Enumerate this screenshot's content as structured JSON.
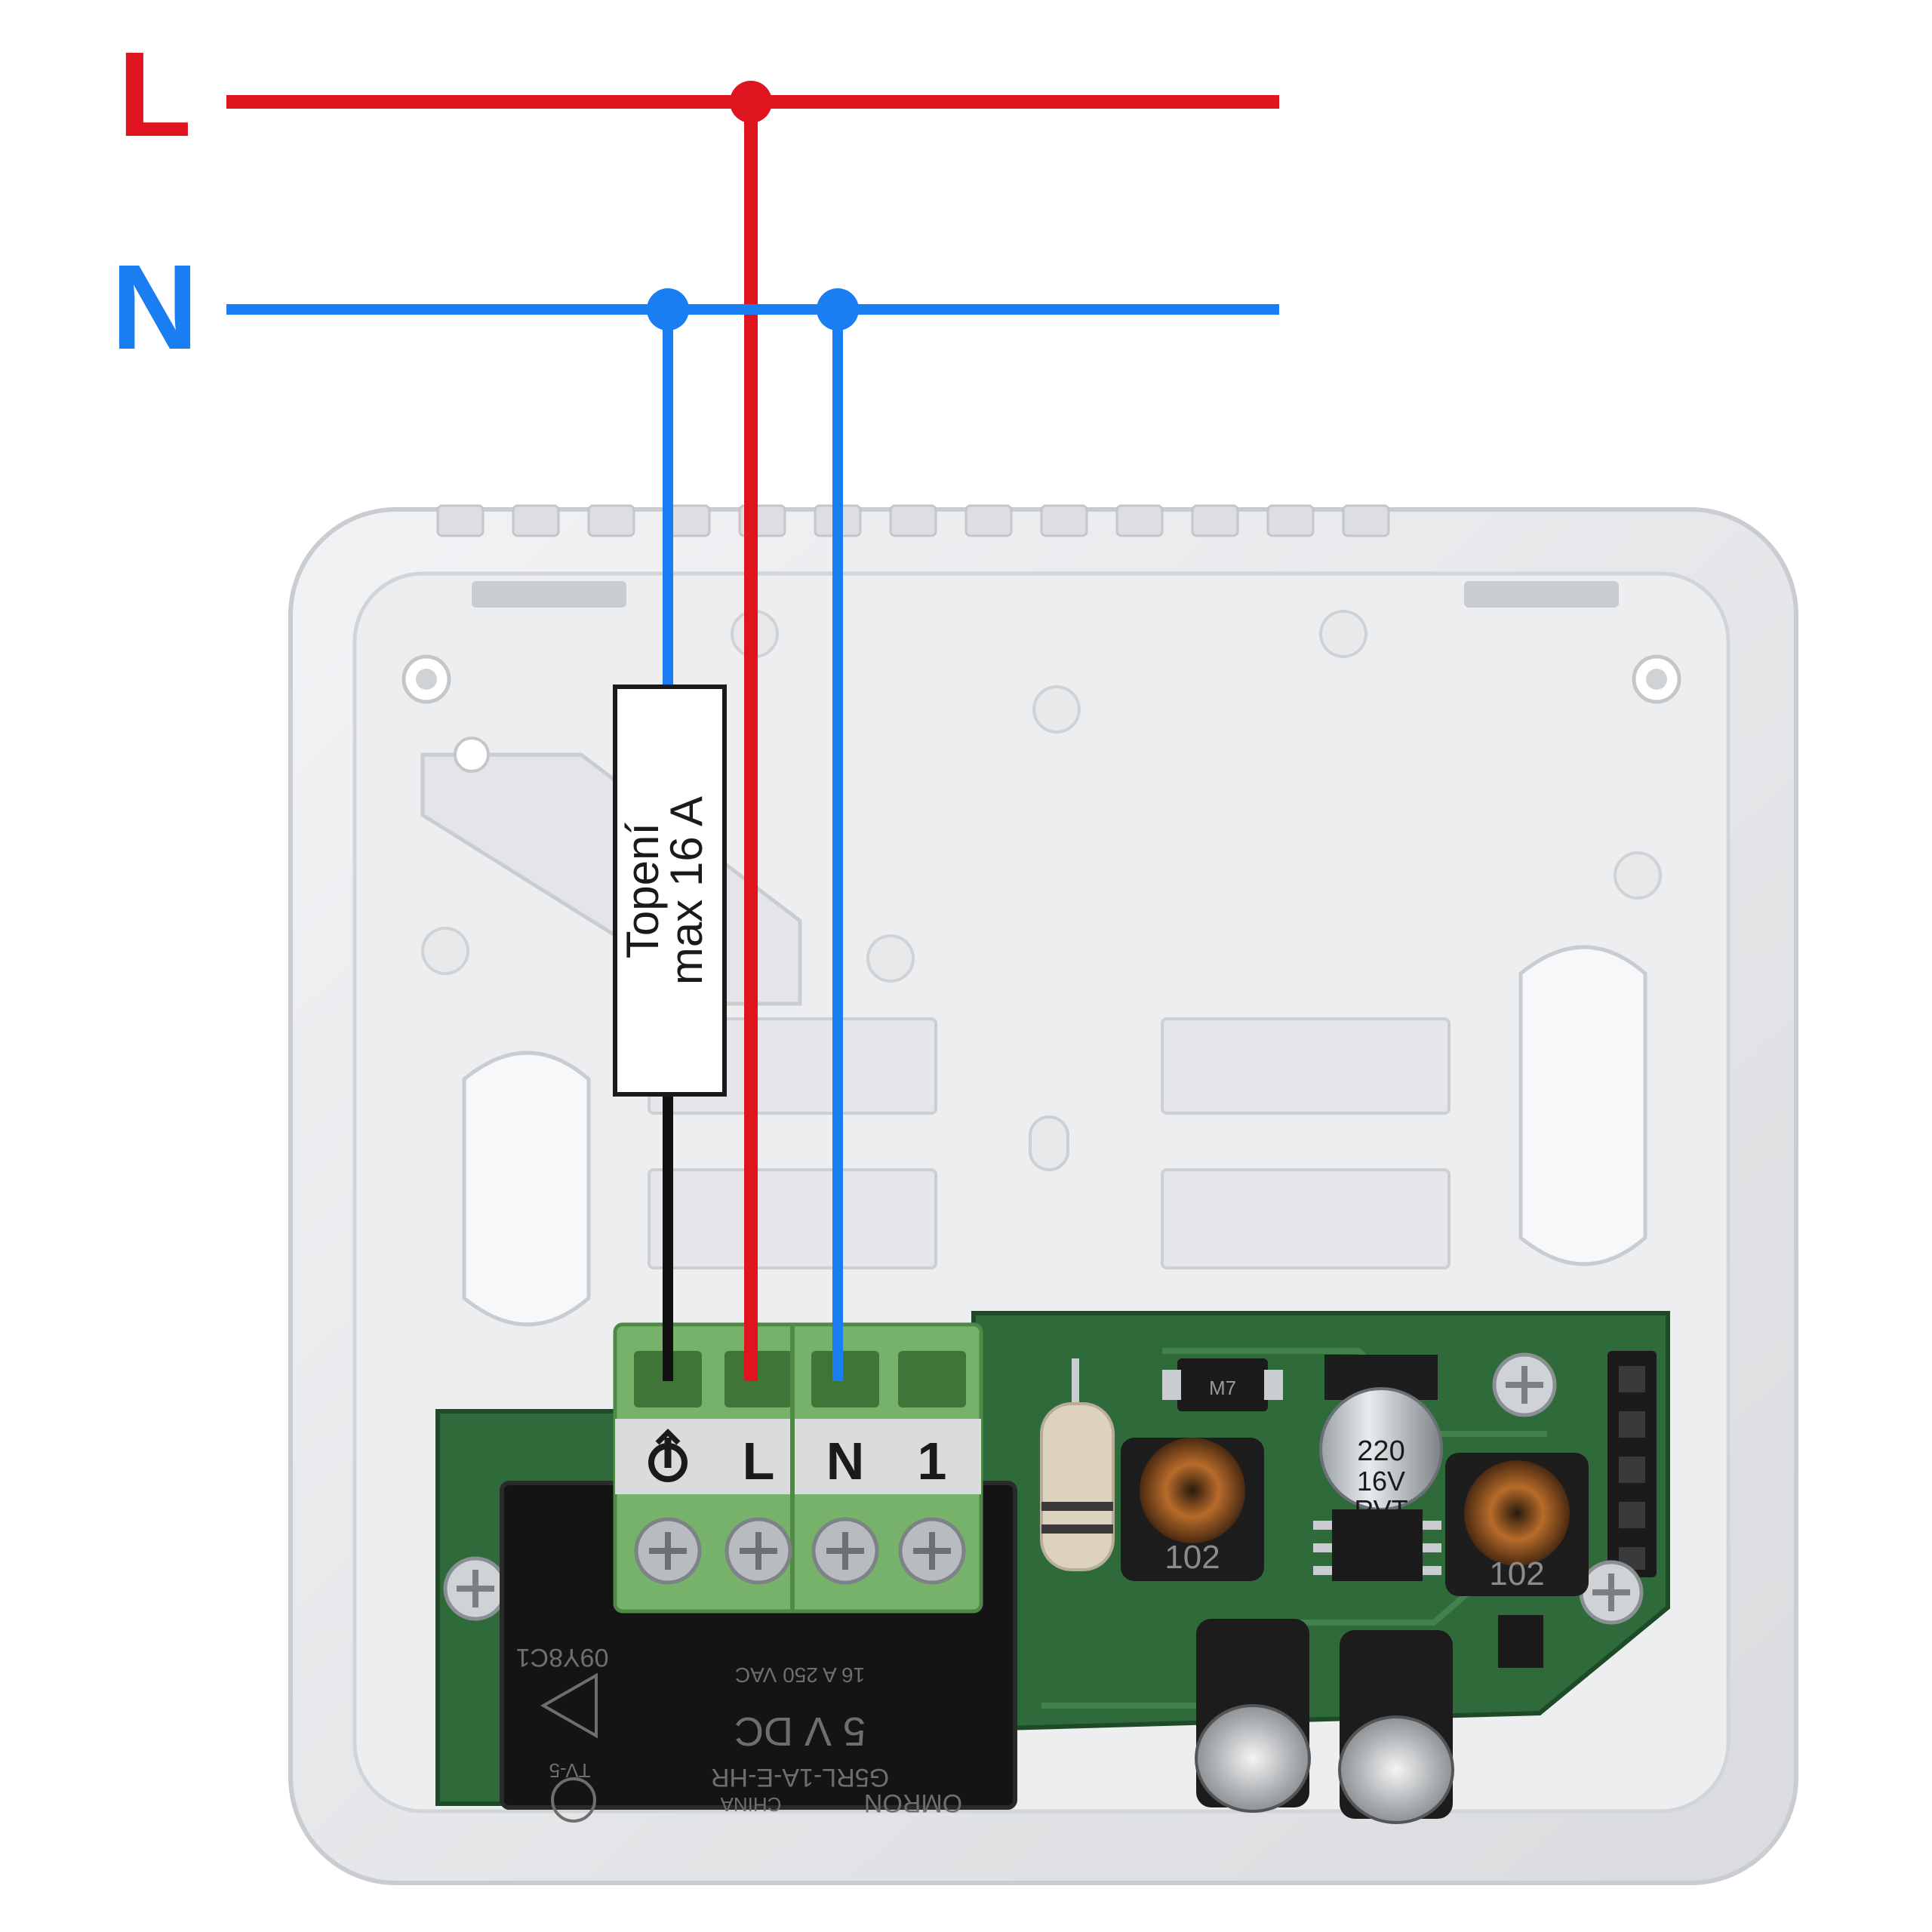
{
  "bus": {
    "l_label": "L",
    "n_label": "N"
  },
  "load": {
    "line1": "Topení",
    "line2": "max 16 A"
  },
  "terminals": [
    {
      "label": "⮋",
      "wire": "black"
    },
    {
      "label": "L",
      "wire": "red"
    },
    {
      "label": "N",
      "wire": "blue"
    },
    {
      "label": "1",
      "wire": "none"
    }
  ],
  "components": {
    "capacitor_small": {
      "line1": "220",
      "line2": "16V",
      "line3": "RVT"
    },
    "inductor_left": "102",
    "inductor_right": "102",
    "relay": {
      "brand": "OMRON",
      "model": "G5RL-1A-E-HR",
      "coil": "5 V DC",
      "rating": "16 A 250 VAC",
      "origin": "CHINA",
      "tv": "TV-5",
      "lot": "09Y8C1"
    },
    "diode": "M7"
  },
  "colors": {
    "live": "#e0141e",
    "neutral": "#1a7ef2",
    "load_wire": "#111111",
    "pcb": "#2f6b3a",
    "terminal": "#76b26a",
    "housing": "#e9eaec"
  }
}
